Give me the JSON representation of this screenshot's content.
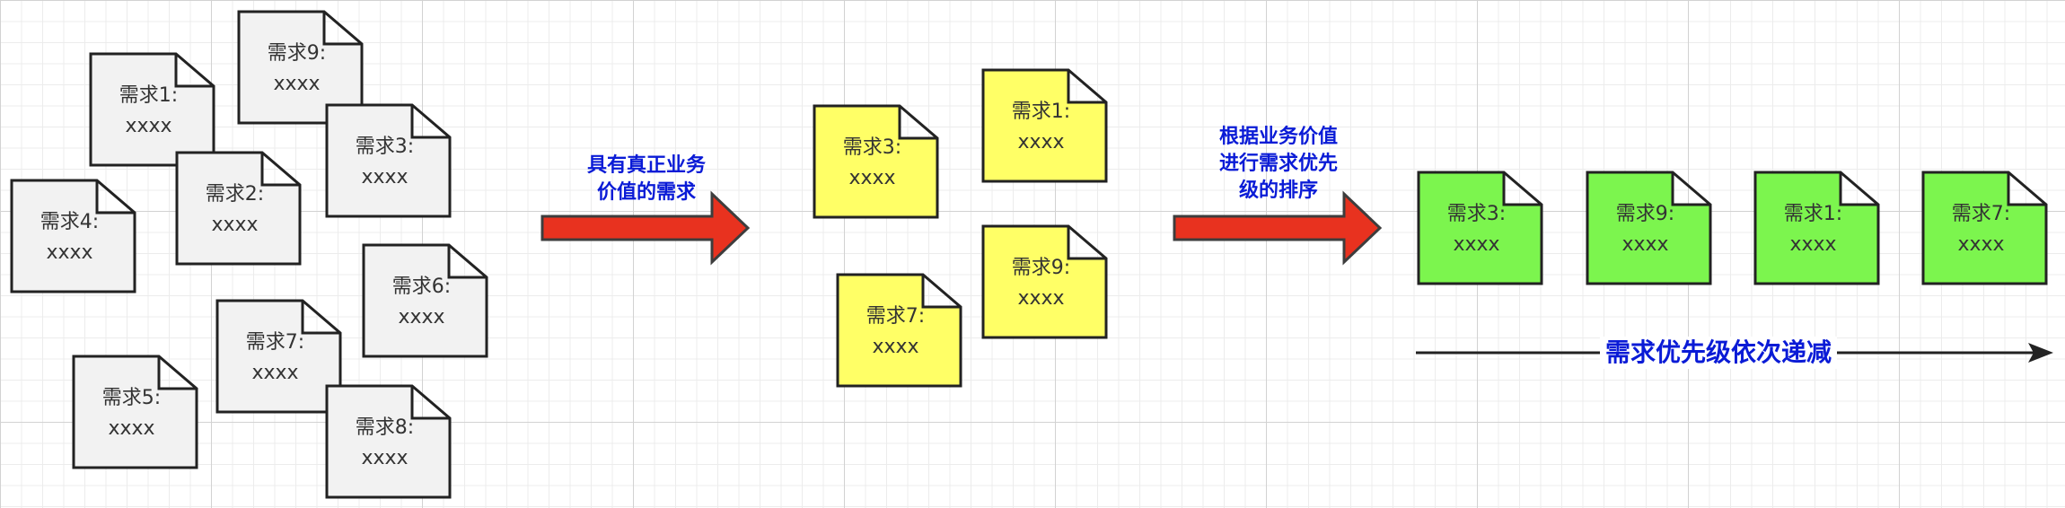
{
  "colors": {
    "all_fill": "#f2f2f2",
    "valuable_fill": "#ffff66",
    "sorted_fill": "#7cf54e",
    "stroke": "#222222",
    "arrow_fill": "#e8321f",
    "arrow_stroke": "#3d3d3d",
    "label_color": "#0a1bd6"
  },
  "all_requirements": [
    {
      "name": "需求1:",
      "value": "xxxx"
    },
    {
      "name": "需求9:",
      "value": "xxxx"
    },
    {
      "name": "需求3:",
      "value": "xxxx"
    },
    {
      "name": "需求2:",
      "value": "xxxx"
    },
    {
      "name": "需求4:",
      "value": "xxxx"
    },
    {
      "name": "需求6:",
      "value": "xxxx"
    },
    {
      "name": "需求7:",
      "value": "xxxx"
    },
    {
      "name": "需求5:",
      "value": "xxxx"
    },
    {
      "name": "需求8:",
      "value": "xxxx"
    }
  ],
  "valuable_requirements": [
    {
      "name": "需求3:",
      "value": "xxxx"
    },
    {
      "name": "需求1:",
      "value": "xxxx"
    },
    {
      "name": "需求9:",
      "value": "xxxx"
    },
    {
      "name": "需求7:",
      "value": "xxxx"
    }
  ],
  "sorted_requirements": [
    {
      "name": "需求3:",
      "value": "xxxx"
    },
    {
      "name": "需求9:",
      "value": "xxxx"
    },
    {
      "name": "需求1:",
      "value": "xxxx"
    },
    {
      "name": "需求7:",
      "value": "xxxx"
    }
  ],
  "arrow1_label": [
    "具有真正业务",
    "价值的需求"
  ],
  "arrow2_label": [
    "根据业务价值",
    "进行需求优先",
    "级的排序"
  ],
  "axis_label": "需求优先级依次递减"
}
